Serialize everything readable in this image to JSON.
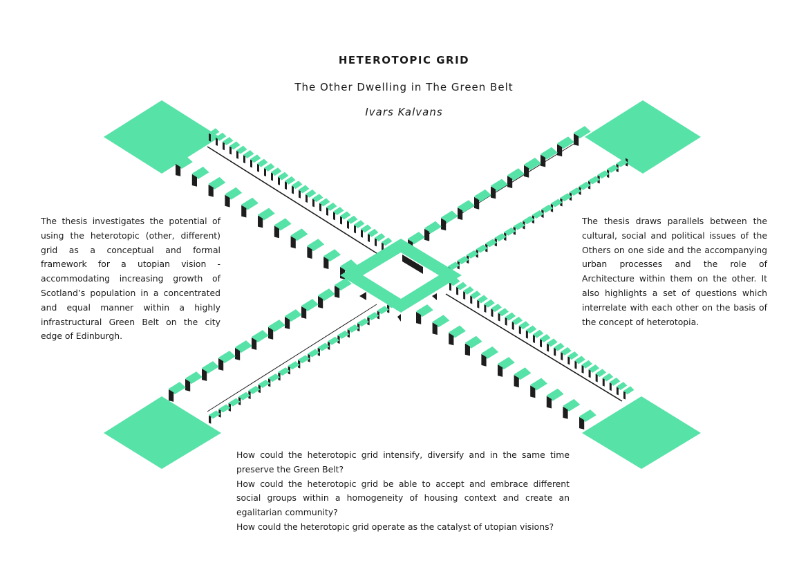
{
  "header": {
    "title": "HETEROTOPIC GRID",
    "subtitle": "The Other Dwelling in The Green Belt",
    "author": "Ivars Kalvans"
  },
  "left_text": "The thesis investigates the potential of using the heterotopic (other, different) grid as a conceptual and formal framework for a utopian vision - accommodating increasing growth of Scotland’s population in a concentrated and equal manner within a highly infrastructural Green Belt on the city edge of Edinburgh.",
  "right_text": "The thesis draws parallels between the cultural, social and political issues of the Others on one side and the accompanying urban processes and the role of Architecture within them on the other. It also highlights a set of questions which interrelate with each other on the basis of the concept of heterotopia.",
  "questions": [
    "How could the heterotopic grid intensify, diversify and in the same time preserve the Green Belt?",
    "How could the heterotopic grid be able to accept and embrace different social groups within a homogeneity of housing context and create an egalitarian community?",
    "How could the heterotopic grid operate as the catalyst of utopian visions?"
  ],
  "colors": {
    "green": "#57e2a8",
    "dark": "#1d1d1d",
    "background": "#ffffff"
  }
}
